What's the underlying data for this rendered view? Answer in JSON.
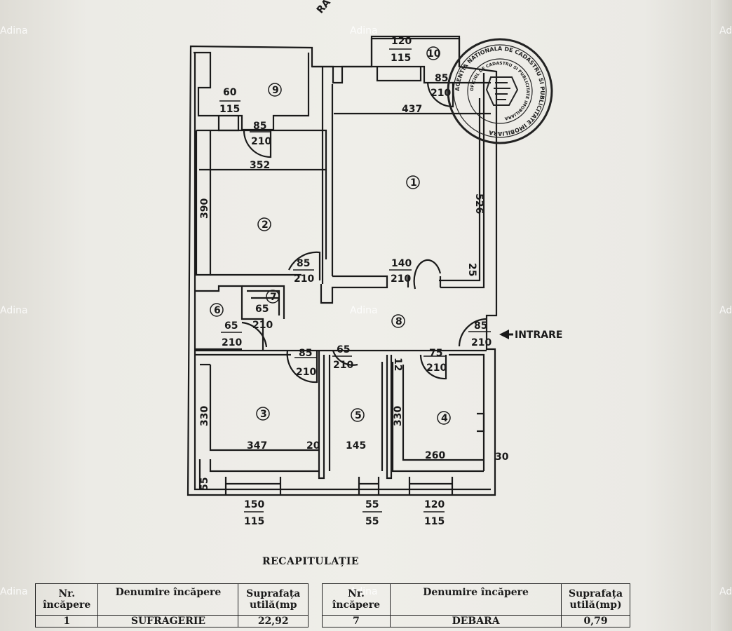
{
  "watermarks": [
    {
      "id": "wm1",
      "text": "Adina"
    },
    {
      "id": "wm2",
      "text": "Adina"
    },
    {
      "id": "wm3",
      "text": "Adina"
    },
    {
      "id": "wm4",
      "text": "Adina"
    },
    {
      "id": "wm5",
      "text": "Adina"
    },
    {
      "id": "wm6",
      "text": "Adina"
    },
    {
      "id": "wm7",
      "text": "Adina"
    },
    {
      "id": "wm8",
      "text": "Adina"
    },
    {
      "id": "wm9",
      "text": "Adina"
    }
  ],
  "plan": {
    "rooms": [
      "1",
      "2",
      "3",
      "4",
      "5",
      "6",
      "7",
      "8",
      "9",
      "10"
    ],
    "dims": {
      "d60": "60",
      "d115a": "115",
      "d85a": "85",
      "d210a": "210",
      "d120t": "120",
      "d115t": "115",
      "d85b": "85",
      "d210b": "210",
      "d437": "437",
      "d352": "352",
      "d390": "390",
      "d526": "526",
      "d85c": "85",
      "d210c": "210",
      "d140": "140",
      "d210d": "210",
      "d25": "25",
      "d65a": "65",
      "d210e": "210",
      "d65b": "65",
      "d210f": "210",
      "d85d": "85",
      "d210g": "210",
      "d65c": "65",
      "d210h": "210",
      "d12": "12",
      "d75": "75",
      "d210i": "210",
      "d85e": "85",
      "d210j": "210",
      "d330a": "330",
      "d330b": "330",
      "d347": "347",
      "d20": "20",
      "d145": "145",
      "d260": "260",
      "d30": "30",
      "d55": "55",
      "d150": "150",
      "d115b": "115",
      "d55b": "55",
      "d55c": "55",
      "d120b": "120",
      "d115c": "115"
    },
    "entrance": "INTRARE",
    "top_partial": "RA"
  },
  "stamp": {
    "ring_text": "AGENTIA NATIONALA DE CADASTRU SI PUBLICITATE IMOBILIARA",
    "inner_text": "OFICIUL DE CADASTRU SI PUBLICITATE IMOBILIARA"
  },
  "recap": {
    "title": "RECAPITULAȚIE",
    "headers": {
      "nr": "Nr.\nîncăpere",
      "name": "Denumire încăpere",
      "area": "Suprafața\nutilă(mp"
    },
    "headers_right": {
      "nr": "Nr.\nîncăpere",
      "name": "Denumire încăpere",
      "area": "Suprafața\nutilă(mp)"
    },
    "left_rows": [
      {
        "nr": "1",
        "name": "SUFRAGERIE",
        "area": "22,92"
      }
    ],
    "right_rows": [
      {
        "nr": "7",
        "name": "DEBARA",
        "area": "0,79"
      }
    ]
  }
}
